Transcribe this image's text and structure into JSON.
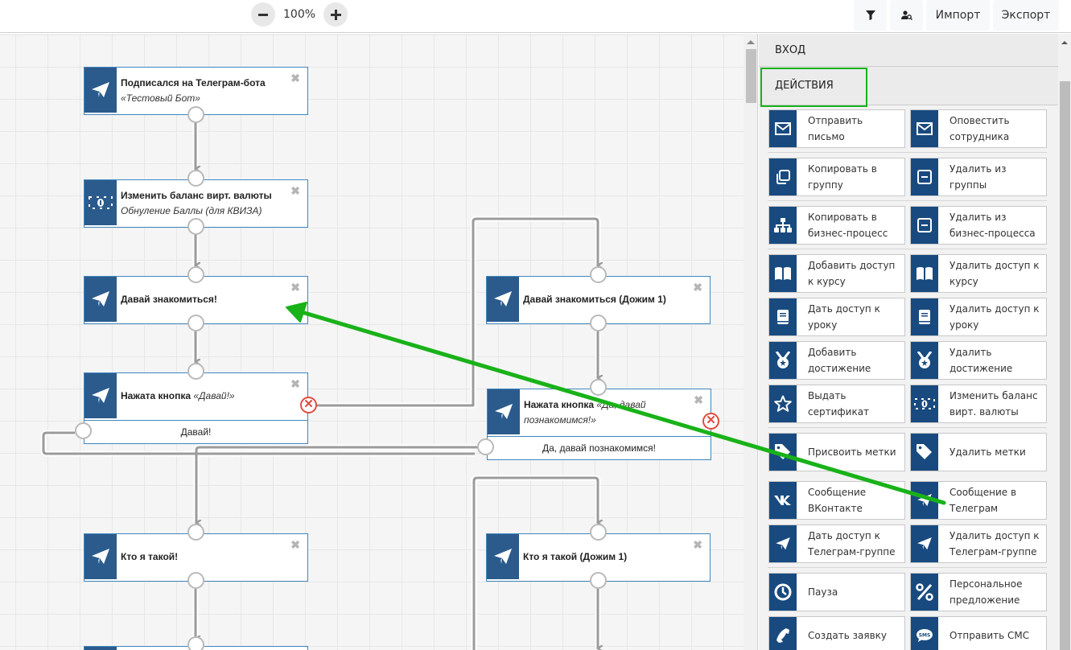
{
  "toolbar": {
    "zoom_out_icon": "minus",
    "zoom_level": "100%",
    "zoom_in_icon": "plus",
    "filter_icon": "filter-icon",
    "user_search_icon": "user-search-icon",
    "import_label": "Импорт",
    "export_label": "Экспорт"
  },
  "nodes": [
    {
      "title": "Подписался на Телеграм-бота",
      "subtitle": "«Тестовый Бот»",
      "icon": "telegram-icon"
    },
    {
      "title": "Изменить баланс вирт. валюты",
      "subtitle": "Обнуление Баллы (для КВИЗА)",
      "icon": "money-icon"
    },
    {
      "title": "Давай знакомиться!",
      "icon": "telegram-icon"
    },
    {
      "title": "Нажата кнопка",
      "subtitle": "«Давай!»",
      "button": "Давай!",
      "icon": "telegram-icon"
    },
    {
      "title": "Кто я такой!",
      "icon": "telegram-icon"
    },
    {
      "title": "Давай знакомиться (Дожим 1)",
      "icon": "telegram-icon"
    },
    {
      "title": "Нажата кнопка",
      "subtitle": "«Да, давай познакомимся!»",
      "button": "Да, давай познакомимся!",
      "icon": "telegram-icon"
    },
    {
      "title": "Кто я такой (Дожим 1)",
      "icon": "telegram-icon"
    }
  ],
  "close_glyph": "✖",
  "error_glyph": "✕",
  "panel": {
    "sections": [
      "ВХОД",
      "ДЕЙСТВИЯ"
    ],
    "actions": [
      {
        "label": "Отправить письмо",
        "icon": "envelope-icon"
      },
      {
        "label": "Оповестить сотрудника",
        "icon": "envelope-icon"
      },
      {
        "label": "Копировать в группу",
        "icon": "copy-icon"
      },
      {
        "label": "Удалить из группы",
        "icon": "minus-square-icon"
      },
      {
        "label": "Копировать в бизнес-процесс",
        "icon": "sitemap-icon"
      },
      {
        "label": "Удалить из бизнес-процесса",
        "icon": "minus-square-icon"
      },
      {
        "label": "Добавить доступ к курсу",
        "icon": "book-open-icon"
      },
      {
        "label": "Удалить доступ к курсу",
        "icon": "book-open-icon"
      },
      {
        "label": "Дать доступ к уроку",
        "icon": "book-icon"
      },
      {
        "label": "Удалить доступ к уроку",
        "icon": "book-icon"
      },
      {
        "label": "Добавить достижение",
        "icon": "medal-icon"
      },
      {
        "label": "Удалить достижение",
        "icon": "medal-icon"
      },
      {
        "label": "Выдать сертификат",
        "icon": "star-icon"
      },
      {
        "label": "Изменить баланс вирт. валюты",
        "icon": "money-icon"
      },
      {
        "label": "Присвоить метки",
        "icon": "tags-icon"
      },
      {
        "label": "Удалить метки",
        "icon": "tag-icon"
      },
      {
        "label": "Сообщение ВКонтакте",
        "icon": "vk-icon"
      },
      {
        "label": "Сообщение в Телеграм",
        "icon": "telegram-icon"
      },
      {
        "label": "Дать доступ к Телеграм-группе",
        "icon": "telegram-icon"
      },
      {
        "label": "Удалить доступ к Телеграм-группе",
        "icon": "telegram-icon"
      },
      {
        "label": "Пауза",
        "icon": "clock-icon"
      },
      {
        "label": "Персональное предложение",
        "icon": "percent-icon"
      },
      {
        "label": "Создать заявку",
        "icon": "phone-icon"
      },
      {
        "label": "Отправить СМС",
        "icon": "sms-icon"
      }
    ]
  },
  "colors": {
    "node_icon_bg": "#2b5b8c",
    "action_icon_bg": "#184a7f",
    "annotation_green": "#19b219",
    "error_red": "#e14b41",
    "connector_gray": "#9b9b9b"
  }
}
